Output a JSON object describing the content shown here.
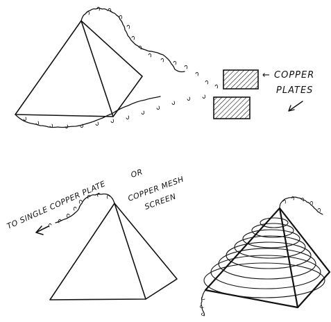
{
  "diagram": {
    "labels": {
      "copper_line1": "← COPPER",
      "copper_line2": "PLATES",
      "left_line1": "TO SINGLE COPPER PLATE",
      "left_line2": "OR",
      "left_line3": "COPPER MESH",
      "left_line4": "SCREEN"
    },
    "colors": {
      "ink": "#111111",
      "paper": "#ffffff"
    }
  }
}
